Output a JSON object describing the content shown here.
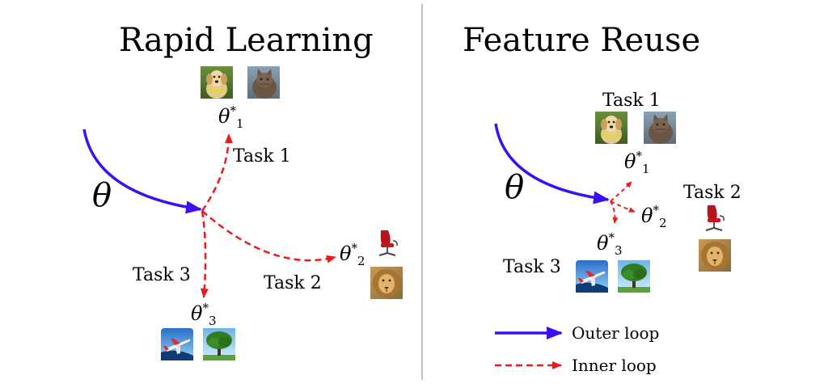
{
  "colors": {
    "outer_loop": "#3b0ff2",
    "inner_loop": "#ee1a1a",
    "divider": "#9a9a9a"
  },
  "icons": {
    "task1": [
      "dog-photo-icon",
      "cat-photo-icon"
    ],
    "task2": [
      "office-chair-icon",
      "lion-photo-icon"
    ],
    "task3": [
      "airplane-photo-icon",
      "tree-photo-icon"
    ]
  },
  "left_panel": {
    "title": "Rapid Learning",
    "theta": "θ",
    "task1_label": "Task 1",
    "task2_label": "Task 2",
    "task3_label": "Task 3",
    "theta1": {
      "base": "θ",
      "sup": "*",
      "sub": "1"
    },
    "theta2": {
      "base": "θ",
      "sup": "*",
      "sub": "2"
    },
    "theta3": {
      "base": "θ",
      "sup": "*",
      "sub": "3"
    }
  },
  "right_panel": {
    "title": "Feature Reuse",
    "theta": "θ",
    "task1_label": "Task 1",
    "task2_label": "Task 2",
    "task3_label": "Task 3",
    "theta1": {
      "base": "θ",
      "sup": "*",
      "sub": "1"
    },
    "theta2": {
      "base": "θ",
      "sup": "*",
      "sub": "2"
    },
    "theta3": {
      "base": "θ",
      "sup": "*",
      "sub": "3"
    }
  },
  "legend": {
    "outer": "Outer loop",
    "inner": "Inner loop"
  }
}
